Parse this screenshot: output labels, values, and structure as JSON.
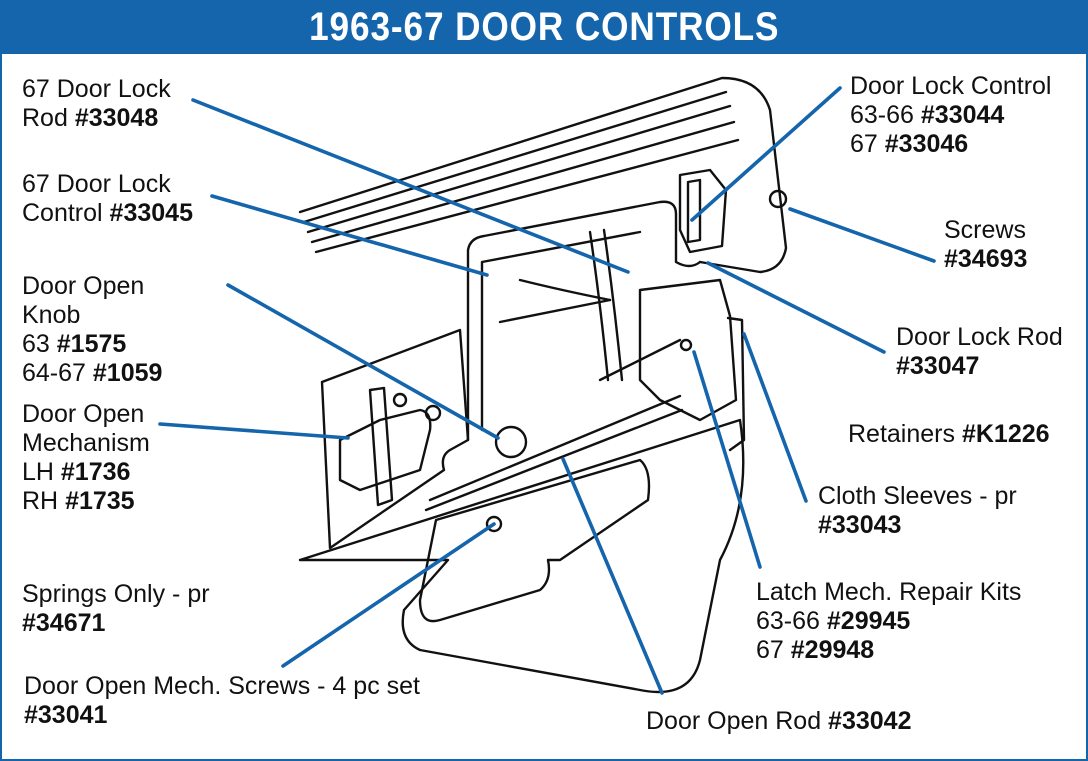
{
  "title": "1963-67 DOOR CONTROLS",
  "colors": {
    "accent": "#1565ad",
    "line": "#1565ad",
    "drawing": "#111111"
  },
  "callouts": [
    {
      "name": "callout-67-door-lock-rod",
      "lines": [
        {
          "text": "67 Door Lock",
          "pn": ""
        },
        {
          "text": "Rod ",
          "pn": "#33048"
        }
      ]
    },
    {
      "name": "callout-67-door-lock-control",
      "lines": [
        {
          "text": "67 Door Lock",
          "pn": ""
        },
        {
          "text": "Control ",
          "pn": "#33045"
        }
      ]
    },
    {
      "name": "callout-door-open-knob",
      "lines": [
        {
          "text": "Door Open",
          "pn": ""
        },
        {
          "text": "Knob",
          "pn": ""
        },
        {
          "text": "63 ",
          "pn": "#1575"
        },
        {
          "text": "64-67 ",
          "pn": "#1059"
        }
      ]
    },
    {
      "name": "callout-door-open-mechanism",
      "lines": [
        {
          "text": "Door Open",
          "pn": ""
        },
        {
          "text": "Mechanism",
          "pn": ""
        },
        {
          "text": "LH ",
          "pn": "#1736"
        },
        {
          "text": "RH ",
          "pn": "#1735"
        }
      ]
    },
    {
      "name": "callout-springs-only",
      "lines": [
        {
          "text": "Springs Only - pr",
          "pn": ""
        },
        {
          "text": "",
          "pn": "#34671"
        }
      ]
    },
    {
      "name": "callout-door-open-mech-screws",
      "lines": [
        {
          "text": "Door Open Mech. Screws - 4 pc set",
          "pn": ""
        },
        {
          "text": "",
          "pn": "#33041"
        }
      ]
    },
    {
      "name": "callout-door-lock-control",
      "lines": [
        {
          "text": "Door Lock Control",
          "pn": ""
        },
        {
          "text": "63-66 ",
          "pn": "#33044"
        },
        {
          "text": "67 ",
          "pn": "#33046"
        }
      ]
    },
    {
      "name": "callout-screws",
      "lines": [
        {
          "text": "Screws",
          "pn": ""
        },
        {
          "text": "",
          "pn": "#34693"
        }
      ]
    },
    {
      "name": "callout-door-lock-rod",
      "lines": [
        {
          "text": "Door Lock Rod",
          "pn": ""
        },
        {
          "text": "",
          "pn": "#33047"
        }
      ]
    },
    {
      "name": "callout-retainers",
      "lines": [
        {
          "text": "Retainers ",
          "pn": "#K1226"
        }
      ]
    },
    {
      "name": "callout-cloth-sleeves",
      "lines": [
        {
          "text": "Cloth Sleeves - pr",
          "pn": ""
        },
        {
          "text": "",
          "pn": "#33043"
        }
      ]
    },
    {
      "name": "callout-latch-mech-repair-kits",
      "lines": [
        {
          "text": "Latch Mech. Repair Kits",
          "pn": ""
        },
        {
          "text": "63-66 ",
          "pn": "#29945"
        },
        {
          "text": "67 ",
          "pn": "#29948"
        }
      ]
    },
    {
      "name": "callout-door-open-rod",
      "lines": [
        {
          "text": "Door Open Rod ",
          "pn": "#33042"
        }
      ]
    }
  ]
}
